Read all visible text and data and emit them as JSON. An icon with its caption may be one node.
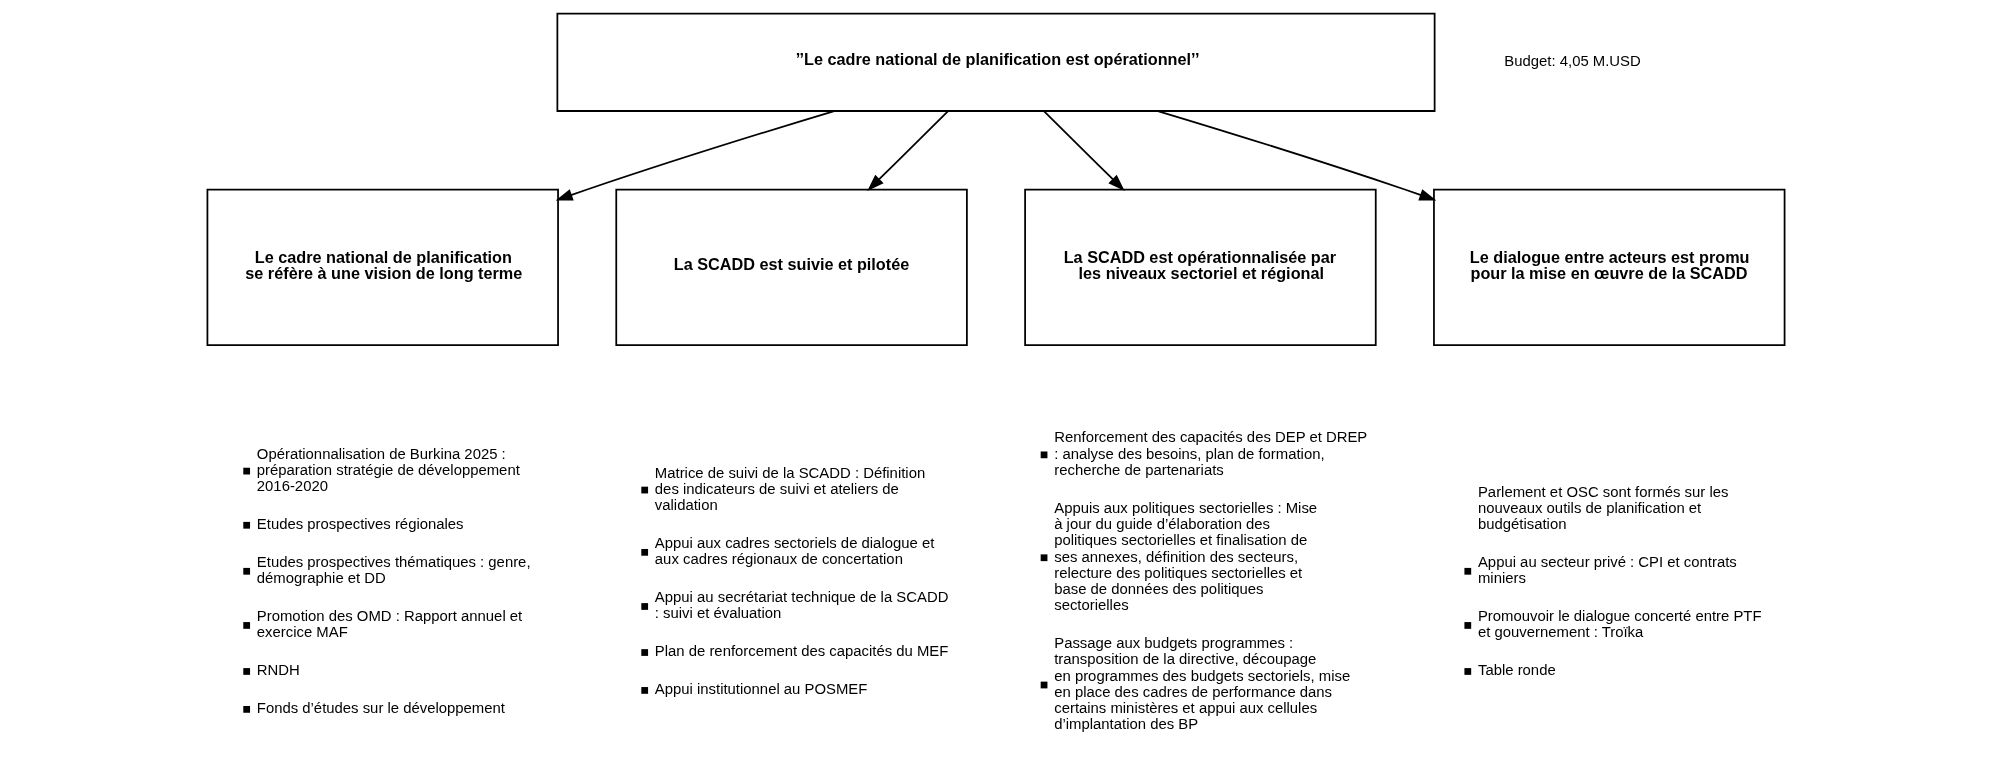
{
  "diagram": {
    "nodes": [
      {
        "text": [
          "’’Le cadre national de planification est opérationnel’’"
        ]
      },
      {
        "text": [
          "Le cadre national de planification se réfère à une vision de long terme"
        ],
        "beside": [
          "Opérationnalisation de Burkina 2025 : préparation stratégie de développement 2016-2020",
          "Etudes prospectives régionales",
          "Etudes prospectives thématiques : genre, démographie et DD",
          "Promotion des OMD : Rapport annuel et exercice MAF",
          "RNDH",
          "Fonds d’études sur le développement"
        ]
      },
      {
        "text": [
          "La SCADD est suivie et pilotée"
        ],
        "beside": [
          "Matrice de suivi de la SCADD : Définition des indicateurs de suivi et ateliers de validation",
          "Appui aux cadres sectoriels de dialogue et aux cadres régionaux de concertation",
          "Appui au secrétariat technique de la SCADD : suivi et évaluation",
          "Plan de renforcement des capacités du MEF",
          "Appui institutionnel au POSMEF"
        ]
      },
      {
        "text": [
          "La SCADD est opérationnalisée par les niveaux sectoriel et régional"
        ],
        "beside": [
          "Renforcement des capacités des DEP et DREP : analyse des besoins, plan de formation, recherche de partenariats",
          "Appuis aux politiques sectorielles : Mise à jour du guide d’élaboration des politiques sectorielles et finalisation de ses annexes, définition des secteurs, relecture des politiques sectorielles et base de données des politiques sectorielles",
          "Passage aux budgets programmes : transposition de la directive, découpage en programmes des budgets sectoriels, mise en place des cadres de performance dans certains ministères et appui aux cellules d’implantation des BP"
        ]
      },
      {
        "text": [
          "Le dialogue entre acteurs est promu pour la mise en œuvre de la SCADD"
        ],
        "beside": [
          "Parlement et OSC sont formés sur les nouveaux outils de planification et budgétisation",
          "Appui au secteur privé : CPI et contrats miniers",
          "Promouvoir le dialogue concerté entre PTF et gouvernement : Troïka",
          "Table ronde"
        ]
      }
    ],
    "edges": [
      {
        "from": 0,
        "to": 1,
        "arrow": "to"
      },
      {
        "from": 0,
        "to": 2,
        "arrow": "to"
      },
      {
        "from": 0,
        "to": 3,
        "arrow": "to"
      },
      {
        "from": 0,
        "to": 4,
        "arrow": "to"
      }
    ],
    "labels": [
      "Budget: 4,05 M.USD"
    ]
  }
}
